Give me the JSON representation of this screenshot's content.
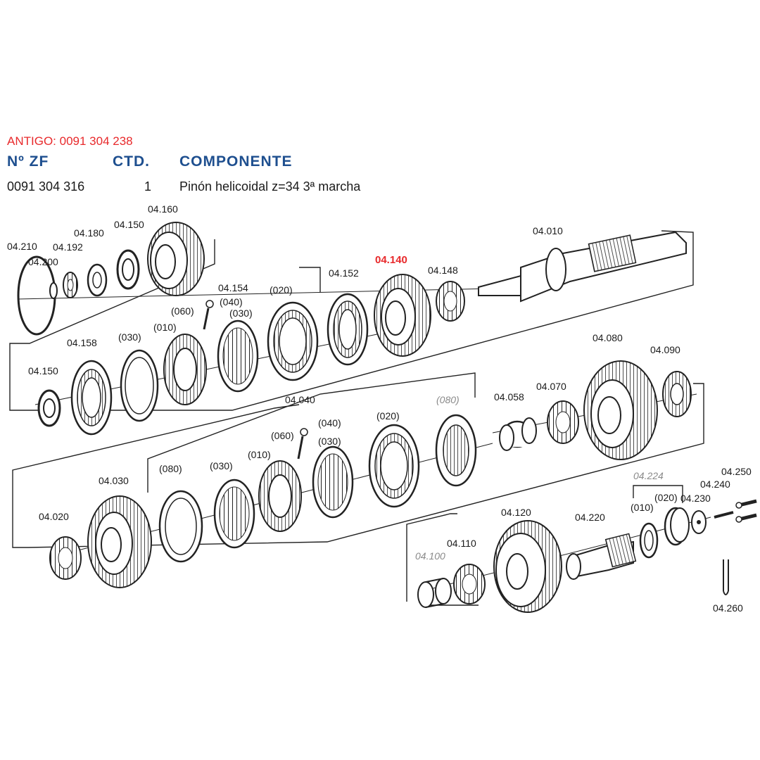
{
  "header": {
    "old_code": "ANTIGO: 0091 304 238",
    "col_zf": "Nº ZF",
    "col_qty": "CTD.",
    "col_component": "COMPONENTE"
  },
  "row": {
    "zf": "0091 304 316",
    "qty": "1",
    "component": "Pinón helicoidal z=34 3ª marcha"
  },
  "highlight_color": "#e8292b",
  "header_color": "#1e4f8f",
  "diagram": {
    "labels": {
      "l04210": "04.210",
      "l04200": "04.200",
      "l04192": "04.192",
      "l04180": "04.180",
      "l04150a": "04.150",
      "l04160": "04.160",
      "l04154": "04.154",
      "l04152": "04.152",
      "l04140": "04.140",
      "l04148": "04.148",
      "l04010": "04.010",
      "l04158": "04.158",
      "l04150b": "04.150",
      "p030a": "(030)",
      "p010a": "(010)",
      "p060a": "(060)",
      "p040a": "(040)",
      "p030b": "(030)",
      "p020a": "(020)",
      "l04040": "04.040",
      "l04058": "04.058",
      "l04070": "04.070",
      "l04080": "04.080",
      "l04090": "04.090",
      "p080a": "(080)",
      "l04030": "04.030",
      "l04020": "04.020",
      "p080b": "(080)",
      "p030c": "(030)",
      "p010b": "(010)",
      "p060b": "(060)",
      "p040b": "(040)",
      "p030d": "(030)",
      "p020b": "(020)",
      "l04224": "04.224",
      "l04250": "04.250",
      "l04240": "04.240",
      "l04230": "04.230",
      "p010c": "(010)",
      "p020c": "(020)",
      "l04220": "04.220",
      "l04120": "04.120",
      "l04110": "04.110",
      "l04100": "04.100",
      "l04260": "04.260"
    }
  }
}
